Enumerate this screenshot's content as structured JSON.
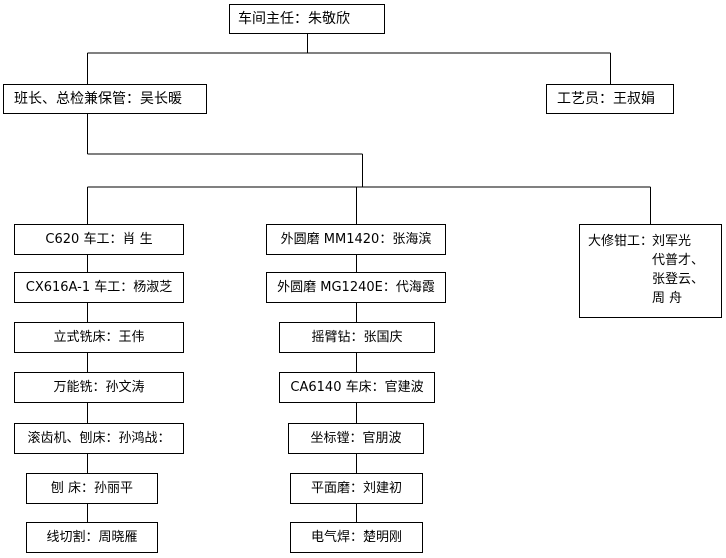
{
  "org": {
    "director": "车间主任：朱敬欣",
    "leader": "班长、总检兼保管：吴长暖",
    "technologist": "工艺员：王叔娟",
    "left_column": [
      "C620 车工：肖    生",
      "CX616A-1 车工：杨淑芝",
      "立式铣床：王伟",
      "万能铣：孙文涛",
      "滚齿机、刨床：孙鸿战：",
      "刨    床：孙丽平",
      "线切割：周晓雁"
    ],
    "middle_column": [
      "外圆磨 MM1420：张海滨",
      "外圆磨 MG1240E：代海霞",
      "摇臂钻：张国庆",
      "CA6140 车床：官建波",
      "坐标镗：官朋波",
      "平面磨：刘建初",
      "电气焊：楚明刚"
    ],
    "fitters": {
      "role": "大修钳工：",
      "names": [
        "刘军光",
        "代普才、",
        "张登云、",
        "周    舟"
      ]
    }
  }
}
